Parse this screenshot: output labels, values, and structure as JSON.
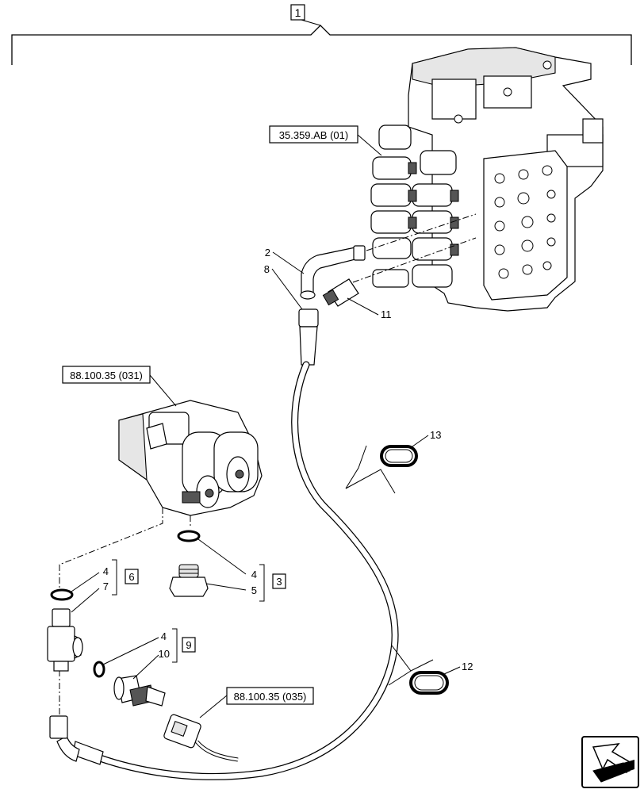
{
  "assembly": {
    "number": "1"
  },
  "references": {
    "control_valve": "35.359.AB (01)",
    "upper_solenoid": "88.100.35 (031)",
    "sensor_connector": "88.100.35 (035)"
  },
  "callouts": {
    "c2": "2",
    "c8": "8",
    "c11": "11",
    "c13": "13",
    "c12": "12",
    "c4a": "4",
    "c7": "7",
    "c4b": "4",
    "c5": "5",
    "c4c": "4",
    "c10": "10"
  },
  "kits": {
    "k6": "6",
    "k3": "3",
    "k9": "9"
  },
  "icons": {
    "nav": "arrow-nav-icon"
  }
}
